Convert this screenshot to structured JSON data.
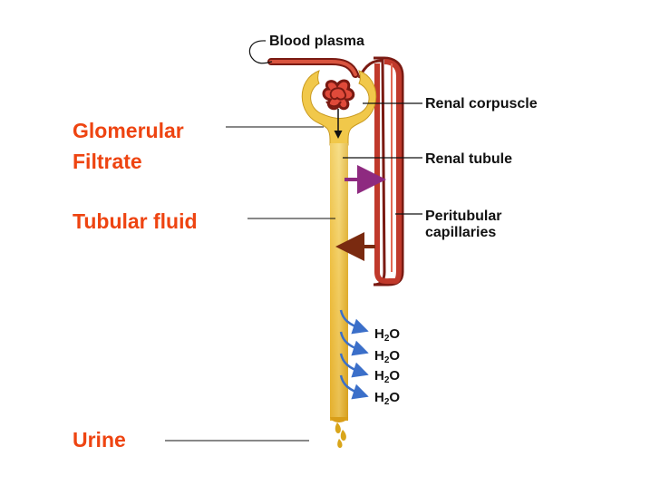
{
  "labels": {
    "blood_plasma": "Blood plasma",
    "renal_corpuscle": "Renal corpuscle",
    "renal_tubule": "Renal tubule",
    "peritubular_line1": "Peritubular",
    "peritubular_line2": "capillaries",
    "glomerular_line1": "Glomerular",
    "glomerular_line2": "Filtrate",
    "tubular_fluid": "Tubular fluid",
    "urine": "Urine"
  },
  "water": [
    {
      "h": "H",
      "sub": "2",
      "o": "O"
    },
    {
      "h": "H",
      "sub": "2",
      "o": "O"
    },
    {
      "h": "H",
      "sub": "2",
      "o": "O"
    },
    {
      "h": "H",
      "sub": "2",
      "o": "O"
    }
  ],
  "colors": {
    "orange_text": "#ee4411",
    "tubule_light": "#f5d77a",
    "tubule_dark": "#d9a51a",
    "vessel_red": "#c0392b",
    "vessel_dark": "#7a1a12",
    "secretion_arrow": "#8e2a80",
    "reabsorption_arrow": "#7a2a10",
    "water_arrow": "#3b6fc9"
  }
}
